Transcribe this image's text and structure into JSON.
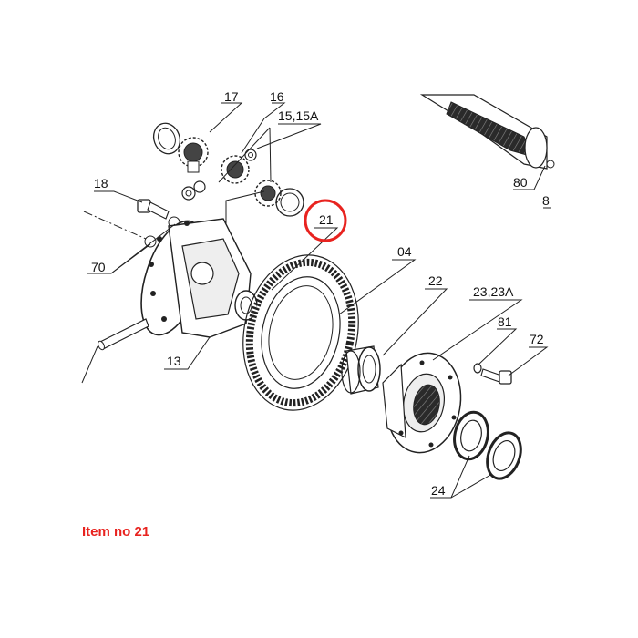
{
  "caption": "Item no 21",
  "highlight_color": "#e8231f",
  "labels": {
    "l17": "17",
    "l16": "16",
    "l15": "15,15A",
    "l18": "18",
    "l70": "70",
    "l13": "13",
    "l21": "21",
    "l04": "04",
    "l22": "22",
    "l2323a": "23,23A",
    "l81": "81",
    "l72": "72",
    "l24": "24",
    "l80": "80",
    "l8": "8"
  }
}
